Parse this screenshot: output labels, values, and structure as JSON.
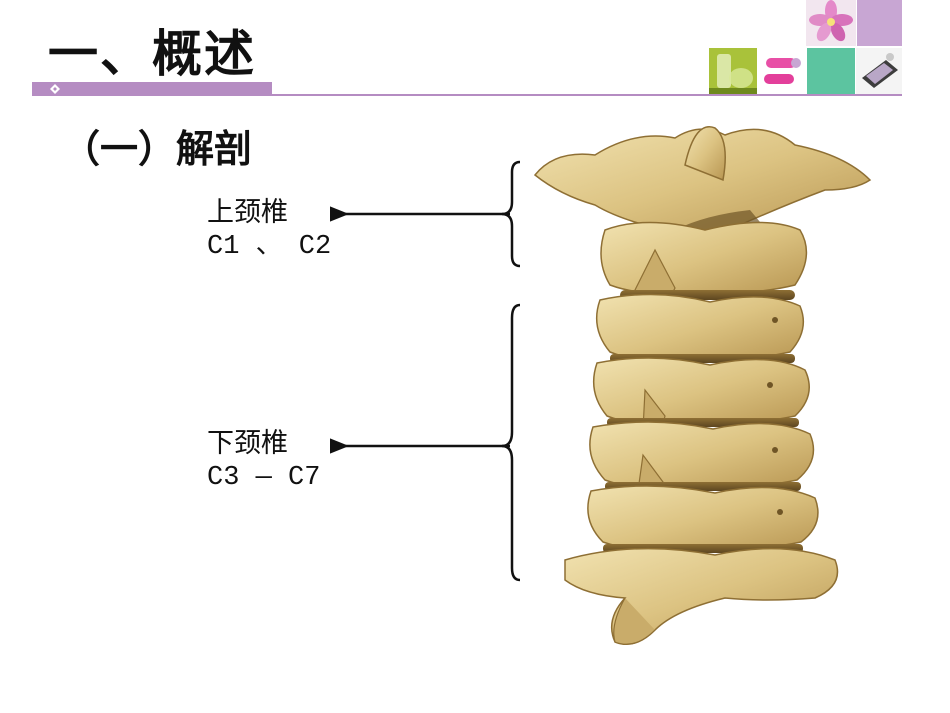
{
  "slide": {
    "title": "一、概述",
    "subtitle": "（一）解剖"
  },
  "labels": {
    "upper": {
      "name": "上颈椎",
      "range": "C1 、 C2"
    },
    "lower": {
      "name": "下颈椎",
      "range": "C3 — C7"
    }
  },
  "colors": {
    "accent_purple": "#b58cc2",
    "bone": "#e0c98a",
    "bone_shadow": "#8e6f34",
    "green_tile": "#5cc4a0",
    "lime_tile": "#b7cf4a",
    "pink_tile": "#e84fa6"
  },
  "icons": [
    "flower-image",
    "bottle-image",
    "rollers-image",
    "teal-tile",
    "compact-image",
    "arrow-icon",
    "brace-icon"
  ]
}
